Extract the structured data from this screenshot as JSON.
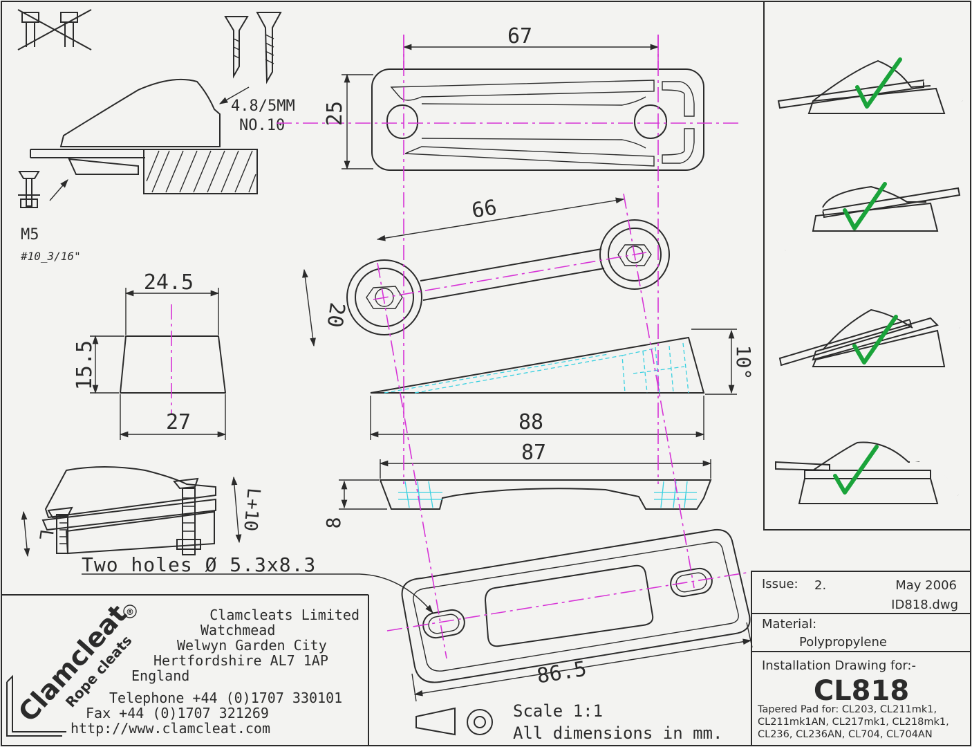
{
  "dimensions": {
    "top_length": "67",
    "top_width": "25",
    "link_length": "66",
    "link_width": "20",
    "block_top": "24.5",
    "block_height": "15.5",
    "block_base": "27",
    "wedge_angle": "10°",
    "wedge_length": "88",
    "pad_length": "87",
    "pad_height": "8",
    "base_length": "86.5",
    "screw_length_small": "L",
    "screw_length_large": "L+10"
  },
  "annotations": {
    "screw_size": "4.8/5MM",
    "screw_gauge": "NO.10",
    "bolt_size": "M5",
    "bolt_imperial": "#10_3/16\"",
    "holes_note": "Two holes Ø 5.3x8.3"
  },
  "company": {
    "brand": "Clamcleat",
    "tagline": "Rope cleats",
    "registered": "®",
    "address_lines": [
      "Clamcleats Limited",
      "Watchmead",
      "Welwyn Garden City",
      "Hertfordshire AL7 1AP",
      "England"
    ],
    "telephone": "Telephone +44 (0)1707 330101",
    "fax": "Fax +44 (0)1707 321269",
    "website": "http://www.clamcleat.com"
  },
  "scale": {
    "scale_text": "Scale 1:1",
    "units_text": "All dimensions in mm."
  },
  "title_block": {
    "issue_label": "Issue:",
    "issue_value": "2.",
    "date": "May 2006",
    "file": "ID818.dwg",
    "material_label": "Material:",
    "material_value": "Polypropylene",
    "installation_label": "Installation Drawing for:-",
    "part_number": "CL818",
    "description_lines": [
      "Tapered Pad for: CL203, CL211mk1,",
      "CL211mk1AN, CL217mk1, CL218mk1,",
      "CL236, CL236AN, CL704, CL704AN"
    ]
  },
  "colors": {
    "line": "#2b2b2b",
    "centerline": "#d633d6",
    "hidden": "#38d0e0",
    "tick": "#1aa33a",
    "paper": "#f3f3f1"
  }
}
